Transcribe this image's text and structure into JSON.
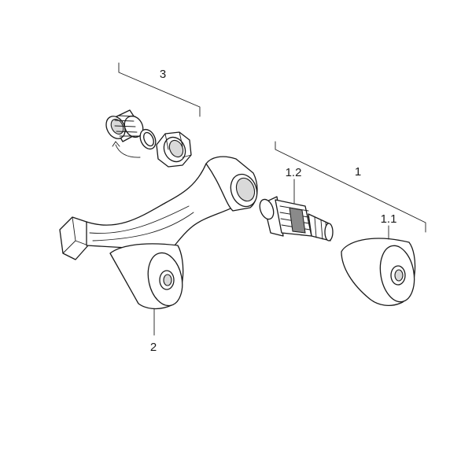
{
  "labels": {
    "group_3": "3",
    "group_1": "1",
    "part_1_2": "1.2",
    "part_1_1": "1.1",
    "part_2": "2"
  }
}
